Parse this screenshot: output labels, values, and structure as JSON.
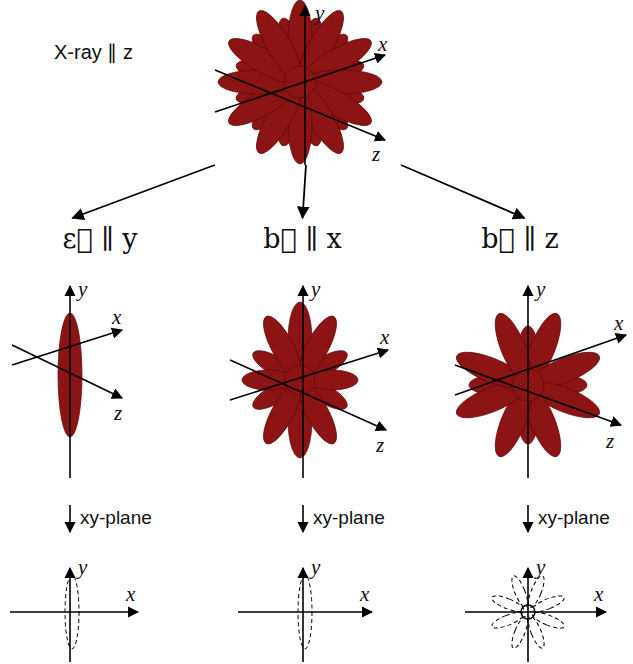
{
  "diagram": {
    "nodes": [
      {
        "text": [
          "X-ray ∥ z"
        ]
      },
      {
        "text": [
          "ε⃗ ∥ y"
        ]
      },
      {
        "text": [
          "b⃗ ∥ x"
        ]
      },
      {
        "text": [
          "b⃗ ∥ z"
        ]
      }
    ],
    "edges": [
      {
        "from": 0,
        "to": 1,
        "arrow": "to"
      },
      {
        "from": 0,
        "to": 2,
        "arrow": "to"
      },
      {
        "from": 0,
        "to": 3,
        "arrow": "to"
      }
    ],
    "labels": [
      "y",
      "x",
      "z",
      "y",
      "x",
      "z",
      "y",
      "x",
      "z",
      "y",
      "x",
      "z",
      "xy-plane",
      "xy-plane",
      "xy-plane",
      "y",
      "x",
      "y",
      "x",
      "y",
      "x"
    ]
  }
}
